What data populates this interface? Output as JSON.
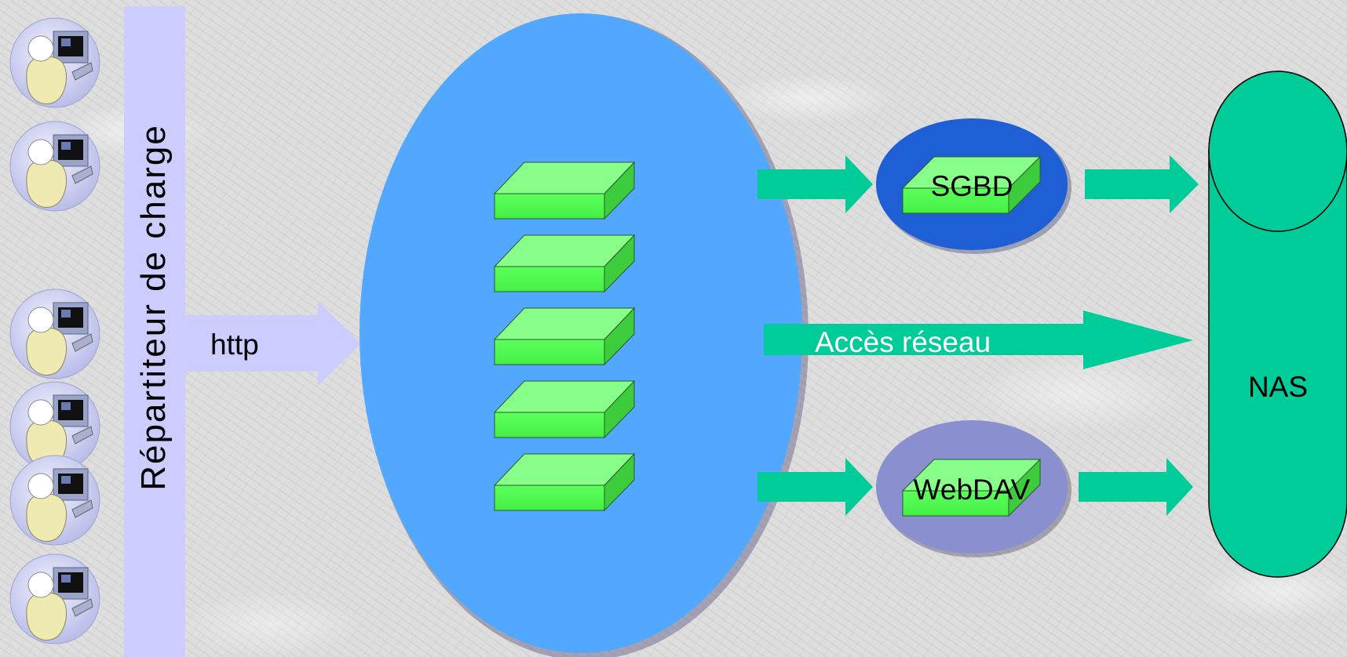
{
  "load_balancer": {
    "label": "Répartiteur de charge",
    "color": "#ccccff"
  },
  "http_arrow": {
    "label": "http",
    "color": "#ccccff"
  },
  "app_server": {
    "color": "#52a8ff",
    "module_count": 5,
    "module_color": "#66ff66"
  },
  "clients": {
    "count": 6,
    "icon": "user-computer-icon"
  },
  "sgbd": {
    "label": "SGBD",
    "color": "#1f5fd6"
  },
  "webdav": {
    "label": "WebDAV",
    "color": "#8a8fcf"
  },
  "network_arrow": {
    "label": "Accès réseau",
    "color": "#00cc99"
  },
  "nas": {
    "label": "NAS",
    "color": "#00cc99"
  }
}
